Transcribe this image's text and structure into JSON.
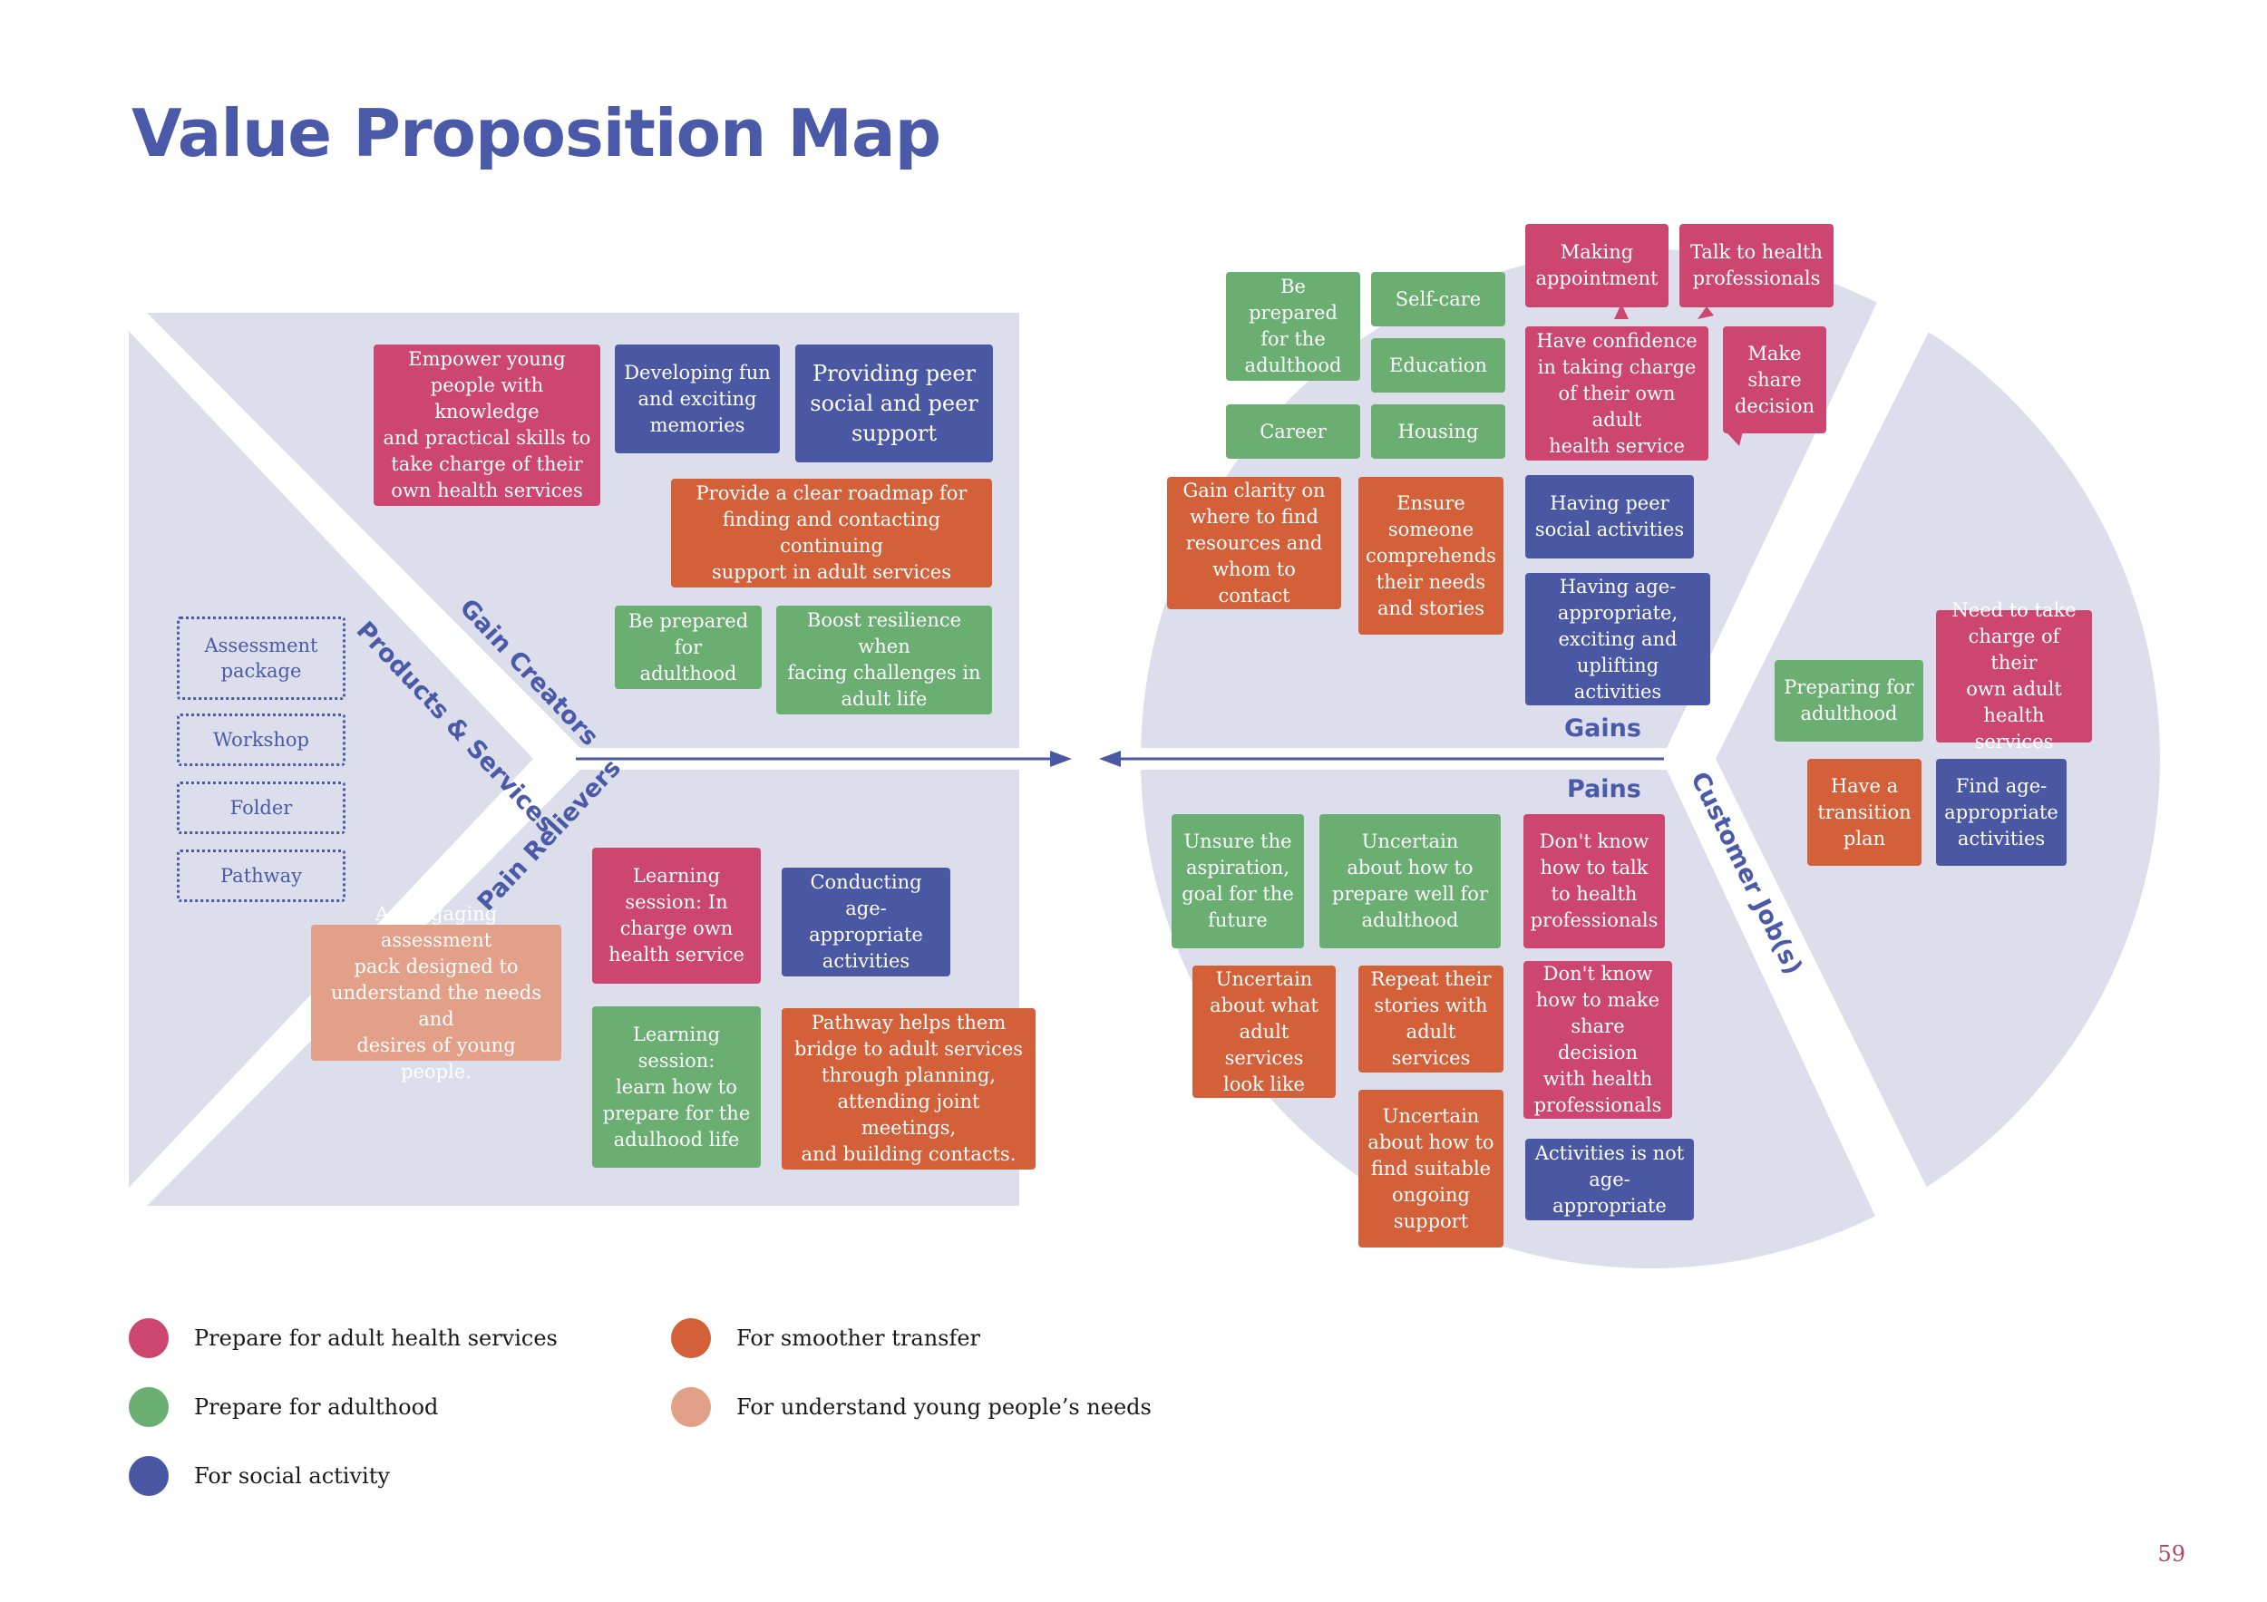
{
  "title": "Value Proposition Map",
  "page_number": "59",
  "colors": {
    "pink": "#cc4670",
    "green": "#6aae72",
    "blue": "#4a57a3",
    "orange": "#d4603a",
    "salmon": "#e3a089",
    "panel": "#dcdeec",
    "accent": "#4a5aa8"
  },
  "section_labels": {
    "gain_creators": "Gain Creators",
    "products_services": "Products & Services",
    "pain_relievers": "Pain Relievers",
    "gains": "Gains",
    "pains": "Pains",
    "customer_jobs": "Customer Job(s)"
  },
  "products": [
    "Assessment\npackage",
    "Workshop",
    "Folder",
    "Pathway"
  ],
  "gain_creators": [
    {
      "text": "Empower young\npeople with knowledge\nand practical skills to\ntake charge of their\nown health services",
      "color": "pink"
    },
    {
      "text": "Developing fun\nand exciting\nmemories",
      "color": "blue"
    },
    {
      "text": "Providing peer\nsocial and peer\nsupport",
      "color": "blue"
    },
    {
      "text": "Provide a clear roadmap for\nfinding and contacting continuing\nsupport in adult services",
      "color": "orange"
    },
    {
      "text": "Be prepared\nfor adulthood",
      "color": "green"
    },
    {
      "text": "Boost resilience when\nfacing challenges in\nadult life",
      "color": "green"
    }
  ],
  "pain_relievers": [
    {
      "text": "An engaging assessment\npack designed to\nunderstand the needs and\ndesires of young people.",
      "color": "salmon"
    },
    {
      "text": "Learning\nsession: In\ncharge own\nhealth service",
      "color": "pink"
    },
    {
      "text": "Conducting\nage-appropriate\nactivities",
      "color": "blue"
    },
    {
      "text": "Learning\nsession:\nlearn how to\nprepare for the\nadulhood life",
      "color": "green"
    },
    {
      "text": "Pathway helps them\nbridge to adult services\nthrough planning,\nattending joint meetings,\nand building contacts.",
      "color": "orange"
    }
  ],
  "gains": [
    {
      "text": "Making\nappointment",
      "color": "pink"
    },
    {
      "text": "Talk to health\nprofessionals",
      "color": "pink"
    },
    {
      "text": "Be prepared\nfor the\nadulthood",
      "color": "green"
    },
    {
      "text": "Self-care",
      "color": "green"
    },
    {
      "text": "Education",
      "color": "green"
    },
    {
      "text": "Career",
      "color": "green"
    },
    {
      "text": "Housing",
      "color": "green"
    },
    {
      "text": "Have confidence\nin taking charge\nof their own adult\nhealth service",
      "color": "pink"
    },
    {
      "text": "Make\nshare\ndecision",
      "color": "pink"
    },
    {
      "text": "Gain clarity on\nwhere to find\nresources and\nwhom to contact",
      "color": "orange"
    },
    {
      "text": "Ensure\nsomeone\ncomprehends\ntheir needs\nand stories",
      "color": "orange"
    },
    {
      "text": "Having peer\nsocial activities",
      "color": "blue"
    },
    {
      "text": "Having age-\nappropriate,\nexciting and\nuplifting activities",
      "color": "blue"
    }
  ],
  "pains": [
    {
      "text": "Unsure the\naspiration,\ngoal for the\nfuture",
      "color": "green"
    },
    {
      "text": "Uncertain\nabout how to\nprepare well for\nadulthood",
      "color": "green"
    },
    {
      "text": "Don't know\nhow to talk\nto health\nprofessionals",
      "color": "pink"
    },
    {
      "text": "Uncertain\nabout what\nadult services\nlook like",
      "color": "orange"
    },
    {
      "text": "Repeat their\nstories with\nadult services",
      "color": "orange"
    },
    {
      "text": "Don't know\nhow to make\nshare decision\nwith health\nprofessionals",
      "color": "pink"
    },
    {
      "text": "Uncertain\nabout how to\nfind suitable\nongoing\nsupport",
      "color": "orange"
    },
    {
      "text": "Activities is not\nage-appropriate",
      "color": "blue"
    }
  ],
  "customer_jobs": [
    {
      "text": "Need to take\ncharge of their\nown adult\nhealth services",
      "color": "pink"
    },
    {
      "text": "Preparing for\nadulthood",
      "color": "green"
    },
    {
      "text": "Have a\ntransition\nplan",
      "color": "orange"
    },
    {
      "text": "Find age-\nappropriate\nactivities",
      "color": "blue"
    }
  ],
  "legend": [
    {
      "label": "Prepare for adult health services",
      "color": "pink"
    },
    {
      "label": "Prepare for adulthood",
      "color": "green"
    },
    {
      "label": "For social activity",
      "color": "blue"
    },
    {
      "label": "For smoother transfer",
      "color": "orange"
    },
    {
      "label": "For understand young people’s needs",
      "color": "salmon"
    }
  ]
}
